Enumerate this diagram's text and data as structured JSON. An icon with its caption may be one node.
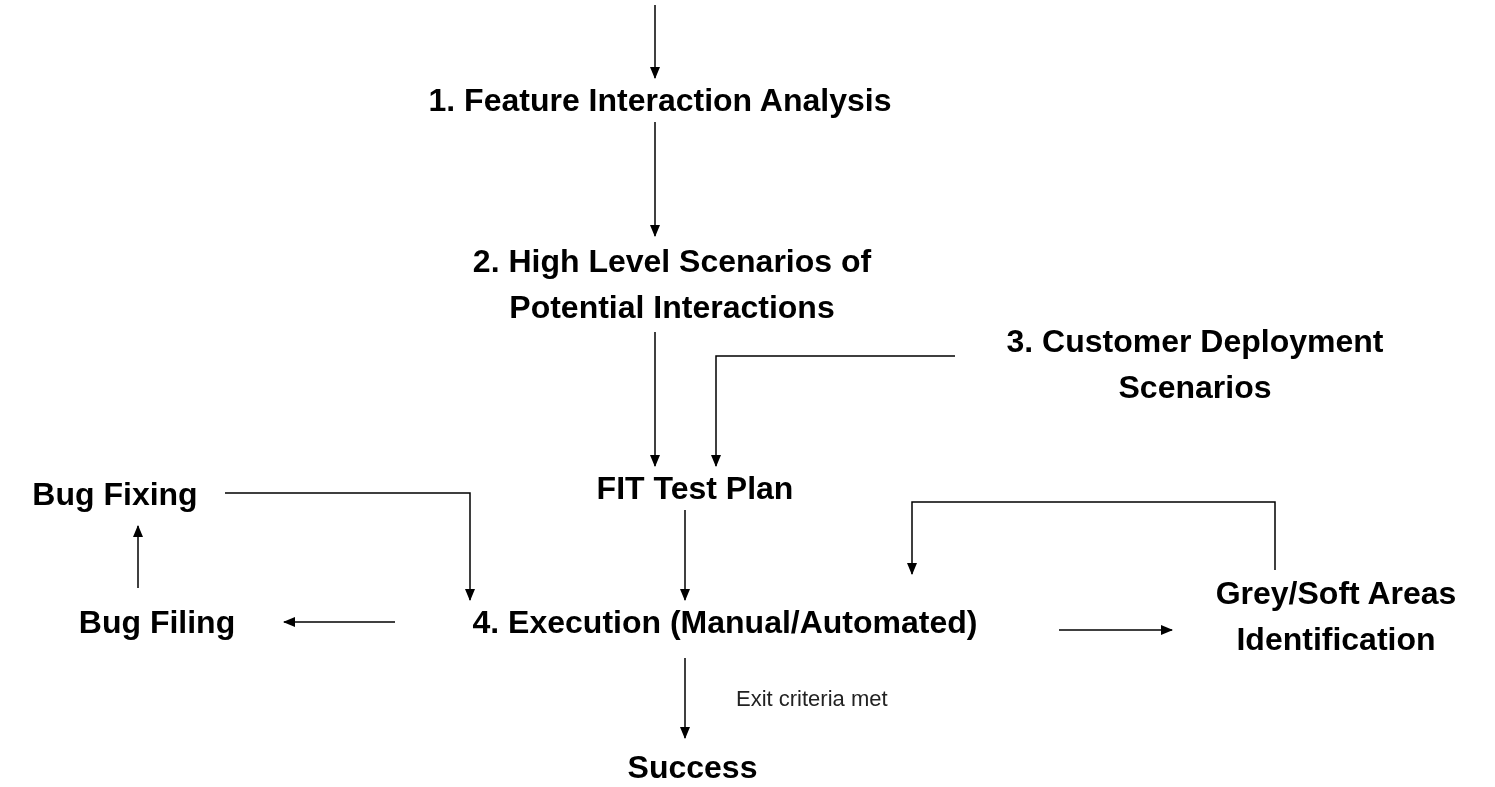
{
  "diagram": {
    "nodes": [
      {
        "text": [
          "1. Feature Interaction Analysis"
        ]
      },
      {
        "text": [
          "2. High Level Scenarios of Potential Interactions"
        ]
      },
      {
        "text": [
          "3. Customer Deployment Scenarios"
        ]
      },
      {
        "text": [
          "FIT Test Plan"
        ]
      },
      {
        "text": [
          "Bug Fixing"
        ]
      },
      {
        "text": [
          "4. Execution (Manual/Automated)"
        ]
      },
      {
        "text": [
          "Bug Filing"
        ]
      },
      {
        "text": [
          "Grey/Soft Areas Identification"
        ]
      },
      {
        "text": [
          "Success"
        ]
      }
    ],
    "edges": [
      {
        "from": null,
        "to": 0,
        "arrow": "to"
      },
      {
        "from": 0,
        "to": 1,
        "arrow": "to"
      },
      {
        "from": 1,
        "to": 3,
        "arrow": "to"
      },
      {
        "from": 2,
        "to": 3,
        "arrow": "to"
      },
      {
        "from": 4,
        "to": 5,
        "arrow": "to"
      },
      {
        "from": 3,
        "to": 5,
        "arrow": "to"
      },
      {
        "from": 5,
        "to": 6,
        "arrow": "to"
      },
      {
        "from": 6,
        "to": 4,
        "arrow": "to"
      },
      {
        "from": 5,
        "to": 7,
        "arrow": "to"
      },
      {
        "from": 7,
        "to": 5,
        "arrow": "to"
      },
      {
        "from": 5,
        "to": 8,
        "arrow": "to",
        "label": "Exit criteria met"
      }
    ]
  }
}
